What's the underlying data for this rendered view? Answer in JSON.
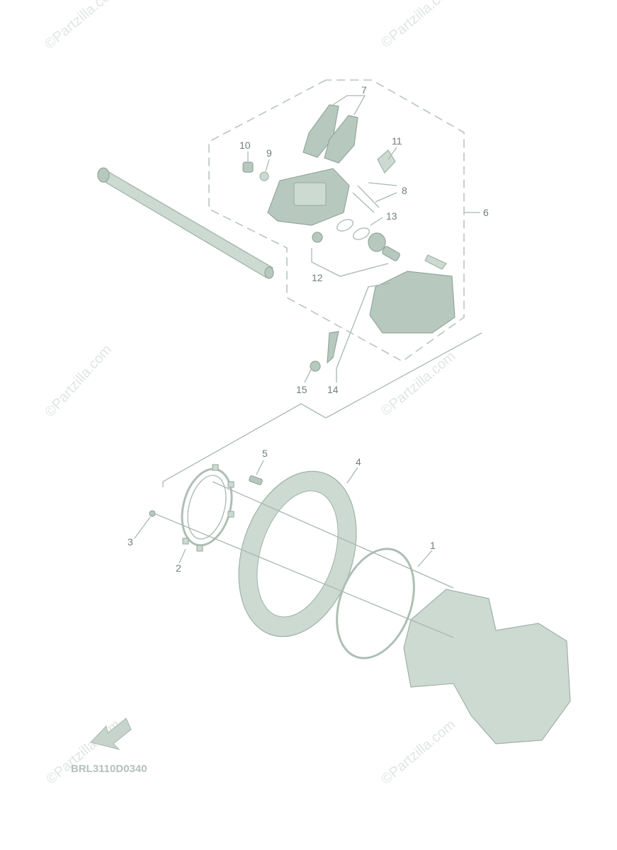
{
  "callouts": {
    "c1": "1",
    "c2": "2",
    "c3": "3",
    "c4": "4",
    "c5": "5",
    "c6": "6",
    "c7": "7",
    "c8": "8",
    "c9": "9",
    "c10": "10",
    "c11": "11",
    "c12": "12",
    "c13": "13",
    "c14": "14",
    "c15": "15"
  },
  "diagram_code": "BRL3110D0340",
  "watermark": "©Partzilla.com",
  "colors": {
    "parts": "#ccdad2",
    "lines": "#aab8b1",
    "labels": "#6f7f78"
  },
  "icons": {
    "front_arrow": "direction-arrow-icon"
  }
}
